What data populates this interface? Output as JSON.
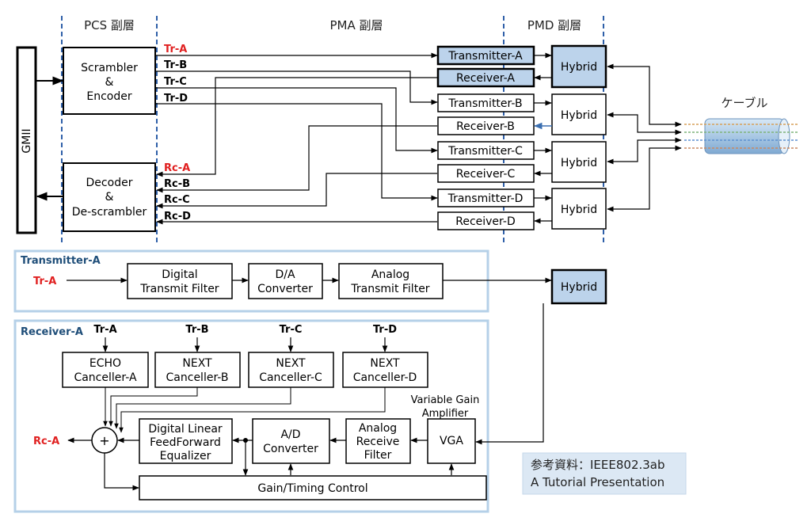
{
  "top": {
    "layers": {
      "pcs": "PCS 副層",
      "pma": "PMA 副層",
      "pmd": "PMD 副層"
    },
    "gmii": "GMII",
    "encoder": [
      "Scrambler",
      "&",
      "Encoder"
    ],
    "decoder": [
      "Decoder",
      "&",
      "De-scrambler"
    ],
    "tx_signals": [
      "Tr-A",
      "Tr-B",
      "Tr-C",
      "Tr-D"
    ],
    "rx_signals": [
      "Rc-A",
      "Rc-B",
      "Rc-C",
      "Rc-D"
    ],
    "transmitters": [
      "Transmitter-A",
      "Transmitter-B",
      "Transmitter-C",
      "Transmitter-D"
    ],
    "receivers": [
      "Receiver-A",
      "Receiver-B",
      "Receiver-C",
      "Receiver-D"
    ],
    "hybrid": "Hybrid",
    "cable": "ケーブル"
  },
  "tx_detail": {
    "title": "Transmitter-A",
    "input": "Tr-A",
    "stages": [
      [
        "Digital",
        "Transmit Filter"
      ],
      [
        "D/A",
        "Converter"
      ],
      [
        "Analog",
        "Transmit Filter"
      ]
    ],
    "hybrid": "Hybrid"
  },
  "rx_detail": {
    "title": "Receiver-A",
    "inputs": [
      "Tr-A",
      "Tr-B",
      "Tr-C",
      "Tr-D"
    ],
    "cancellers": [
      [
        "ECHO",
        "Canceller-A"
      ],
      [
        "NEXT",
        "Canceller-B"
      ],
      [
        "NEXT",
        "Canceller-C"
      ],
      [
        "NEXT",
        "Canceller-D"
      ]
    ],
    "output": "Rc-A",
    "adder": "+",
    "ffe": [
      "Digital Linear",
      "FeedForward",
      "Equalizer"
    ],
    "adc": [
      "A/D",
      "Converter"
    ],
    "arf": [
      "Analog",
      "Receive",
      "Filter"
    ],
    "vga": "VGA",
    "vga_note": [
      "Variable Gain",
      "Amplifier"
    ],
    "gain_timing": "Gain/Timing Control"
  },
  "reference": [
    "参考資料：IEEE802.3ab",
    "A Tutorial Presentation"
  ]
}
